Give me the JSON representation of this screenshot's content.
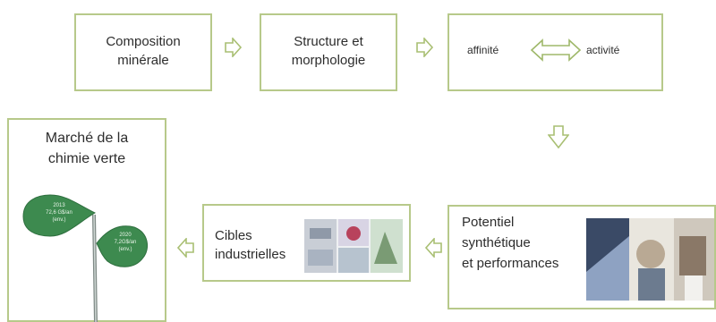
{
  "boxes": {
    "composition": {
      "line1": "Composition",
      "line2": "minérale"
    },
    "structure": {
      "line1": "Structure et",
      "line2": "morphologie"
    },
    "affinity": {
      "left": "affinité",
      "right": "activité"
    },
    "market": {
      "line1": "Marché de la",
      "line2": "chimie verte"
    },
    "targets": {
      "line1": "Cibles",
      "line2": "industrielles"
    },
    "potential": {
      "line1": "Potentiel",
      "line2": "synthétique",
      "line3": "et performances"
    }
  },
  "market_graphic": {
    "leaf_top": {
      "year": "2013",
      "value": "72,6 G$/an",
      "note": "(env.)"
    },
    "leaf_bottom": {
      "year": "2020",
      "value": "7,2G$/an",
      "note": "(env.)"
    }
  },
  "icons": [
    "flow-arrow-right-icon",
    "flow-arrow-down-icon",
    "flow-arrow-left-icon",
    "double-arrow-icon",
    "leaf-icon",
    "photo-collage-icon"
  ],
  "colors": {
    "border": "#b7c98a",
    "leaf": "#3d8a4f",
    "arrow_stroke": "#a9bf73"
  }
}
